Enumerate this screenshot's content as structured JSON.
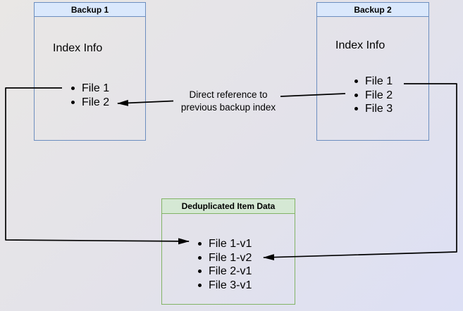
{
  "diagram_type": "backup-deduplication-diagram",
  "colors": {
    "blue_header_fill": "#dae8fc",
    "blue_border": "#6c8ebf",
    "green_header_fill": "#d5e8d4",
    "green_border": "#82b366",
    "connector": "#000000",
    "background_start": "#e9e7e5",
    "background_end": "#dde0f5",
    "text": "#000000"
  },
  "backup1": {
    "title": "Backup 1",
    "index_label": "Index Info",
    "files": [
      "File 1",
      "File 2"
    ]
  },
  "backup2": {
    "title": "Backup 2",
    "index_label": "Index Info",
    "files": [
      "File 1",
      "File 2",
      "File 3"
    ]
  },
  "dedup": {
    "title": "Deduplicated Item Data",
    "files": [
      "File 1-v1",
      "File 1-v2",
      "File 2-v1",
      "File 3-v1"
    ]
  },
  "annotation": {
    "line1": "Direct reference to",
    "line2": "previous backup index"
  },
  "connectors": [
    {
      "name": "backup1-file1-to-dedup-file1v1",
      "from": "Backup 1 / File 1",
      "to": "Deduplicated Item Data / File 1-v1"
    },
    {
      "name": "backup2-file2-to-backup1-file2",
      "from": "Backup 2 / File 2",
      "to": "Backup 1 / File 2",
      "label": "Direct reference to previous backup index"
    },
    {
      "name": "backup2-file1-to-dedup-file1v2",
      "from": "Backup 2 / File 1",
      "to": "Deduplicated Item Data / File 1-v2"
    }
  ]
}
